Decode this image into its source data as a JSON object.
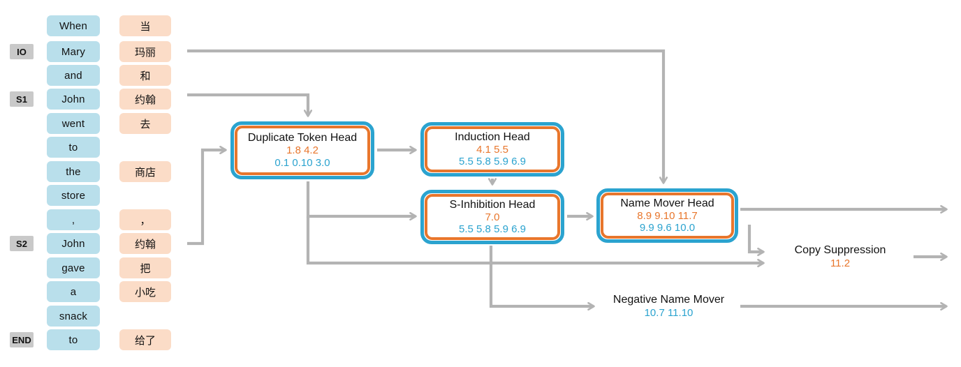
{
  "sequence": {
    "tokens": [
      {
        "en": "When",
        "zh": "当",
        "role": ""
      },
      {
        "en": "Mary",
        "zh": "玛丽",
        "role": "IO"
      },
      {
        "en": "and",
        "zh": "和",
        "role": ""
      },
      {
        "en": "John",
        "zh": "约翰",
        "role": "S1"
      },
      {
        "en": "went",
        "zh": "去",
        "role": ""
      },
      {
        "en": "to",
        "zh": "",
        "role": ""
      },
      {
        "en": "the",
        "zh": "商店",
        "role": ""
      },
      {
        "en": "store",
        "zh": "",
        "role": ""
      },
      {
        "en": ",",
        "zh": "，",
        "role": ""
      },
      {
        "en": "John",
        "zh": "约翰",
        "role": "S2"
      },
      {
        "en": "gave",
        "zh": "把",
        "role": ""
      },
      {
        "en": "a",
        "zh": "小吃",
        "role": ""
      },
      {
        "en": "snack",
        "zh": "",
        "role": ""
      },
      {
        "en": "to",
        "zh": "给了",
        "role": "END"
      }
    ]
  },
  "nodes": {
    "duplicate_token_head": {
      "title": "Duplicate Token Head",
      "orange": "1.8  4.2",
      "blue": "0.1 0.10 3.0"
    },
    "induction_head": {
      "title": "Induction Head",
      "orange": "4.1 5.5",
      "blue": "5.5 5.8 5.9 6.9"
    },
    "s_inhibition_head": {
      "title": "S-Inhibition Head",
      "orange": "7.0",
      "blue": "5.5 5.8 5.9 6.9"
    },
    "name_mover_head": {
      "title": "Name Mover Head",
      "orange": "8.9 9.10 11.7",
      "blue": "9.9 9.6 10.0"
    },
    "copy_suppression": {
      "title": "Copy Suppression",
      "orange": "11.2",
      "blue": ""
    },
    "negative_name_mover": {
      "title": "Negative Name Mover",
      "orange": "",
      "blue": "10.7 11.10"
    }
  },
  "colors": {
    "orange": "#e8762c",
    "blue": "#2ba3cf",
    "token_en_bg": "#b9dfeb",
    "token_zh_bg": "#fbdcc7",
    "role_label_bg": "#c9c9c9",
    "wire": "#b3b3b3"
  }
}
